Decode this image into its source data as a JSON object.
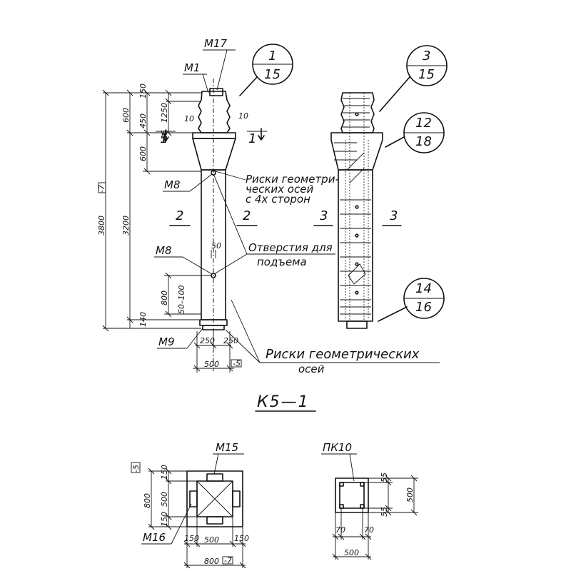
{
  "title": "К5—1",
  "callouts": {
    "c1": {
      "num": "1",
      "den": "15"
    },
    "c3": {
      "num": "3",
      "den": "15"
    },
    "c12": {
      "num": "12",
      "den": "18"
    },
    "c14": {
      "num": "14",
      "den": "16"
    }
  },
  "marks": {
    "m17": "М17",
    "m1": "М1",
    "m8a": "М8",
    "m8b": "М8",
    "m9": "М9",
    "m15": "М15",
    "m16": "М16",
    "pk10": "ПК10"
  },
  "notes": {
    "geo_axes_line1": "Риски геометри-",
    "geo_axes_line2": "ческих осей",
    "geo_axes_line3": "с 4х сторон",
    "lift_holes_line1": "Отверстия для",
    "lift_holes_line2": "подъема",
    "geo_axes_bottom_line1": "Риски геометрических",
    "geo_axes_bottom_line2": "осей"
  },
  "sections": {
    "s1_left": "1",
    "s1_right": "1",
    "s2_left": "2",
    "s2_right": "2",
    "s3_left": "3",
    "s3_right": "3"
  },
  "dims": {
    "total": "3800",
    "total_mark": "-7",
    "d3200": "3200",
    "d600a": "600",
    "d600b": "600",
    "d450": "450",
    "d150a": "150",
    "d1250": "1250",
    "d25": "25",
    "d10a": "10",
    "d10b": "10",
    "d50": "50",
    "d800": "800",
    "d50_100": "50–100",
    "d140": "140",
    "d250a": "250",
    "d250b": "250",
    "d500": "500",
    "d500_mark": "-5",
    "pA_mark": "-5",
    "pA_800": "800",
    "pA_500": "500",
    "pA_150a": "150",
    "pA_150b": "150",
    "pA_b150a": "150",
    "pA_b500": "500",
    "pA_b150b": "150",
    "pA_b800": "800",
    "pA_b800_mark": "-7",
    "pB_55a": "55",
    "pB_55b": "55",
    "pB_500v": "500",
    "pB_70a": "70",
    "pB_70b": "70",
    "pB_500h": "500"
  }
}
